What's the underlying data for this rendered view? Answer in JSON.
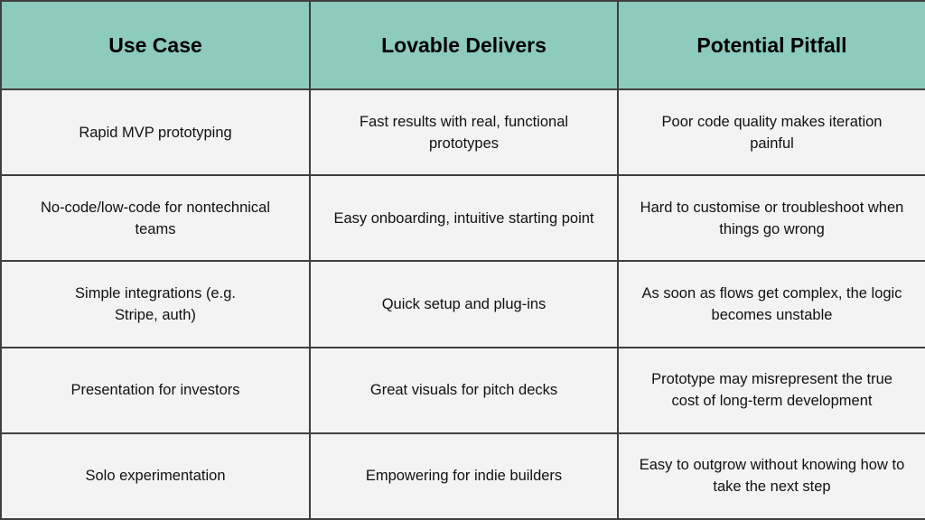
{
  "table": {
    "headers": [
      "Use Case",
      "Lovable Delivers",
      "Potential Pitfall"
    ],
    "rows": [
      [
        "Rapid MVP prototyping",
        "Fast results with real, functional prototypes",
        "Poor code quality makes iteration painful"
      ],
      [
        "No-code/low-code for nontechnical teams",
        "Easy onboarding, intuitive starting point",
        "Hard to customise or troubleshoot when things go wrong"
      ],
      [
        "Simple integrations (e.g. Stripe, auth)",
        "Quick setup and plug-ins",
        "As soon as flows get complex, the logic becomes unstable"
      ],
      [
        "Presentation for investors",
        "Great visuals for pitch decks",
        "Prototype may misrepresent the true cost of long-term development"
      ],
      [
        "Solo experimentation",
        "Empowering for indie builders",
        "Easy to outgrow without knowing how to take the next step"
      ]
    ]
  },
  "colors": {
    "header_bg": "#8ccbbd",
    "cell_bg": "#f3f3f3",
    "border": "#3f3f3f"
  }
}
